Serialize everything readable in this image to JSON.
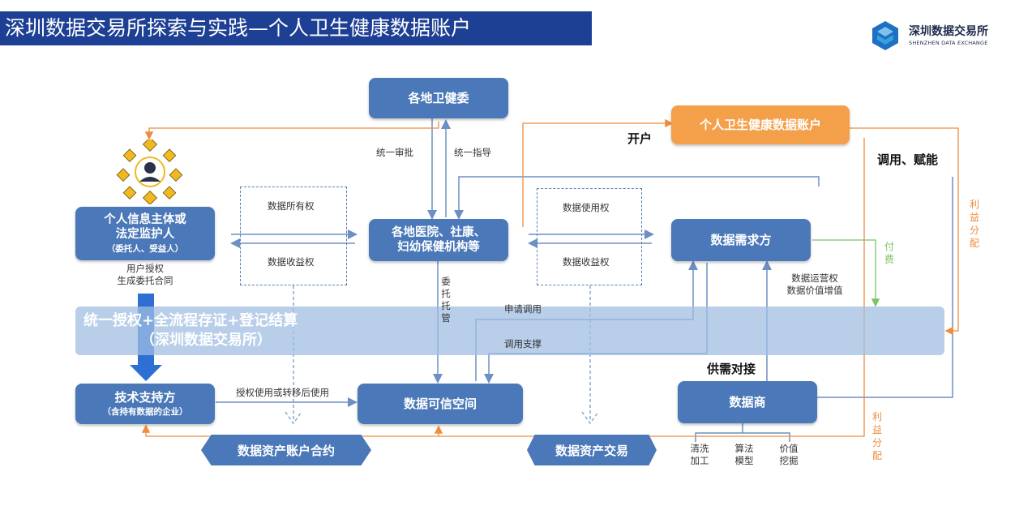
{
  "title": "深圳数据交易所探索与实践—个人卫生健康数据账户",
  "logo": {
    "name": "深圳数据交易所",
    "subtitle": "SHENZHEN DATA EXCHANGE"
  },
  "nodes": {
    "health_commission": "各地卫健委",
    "health_account": "个人卫生健康数据账户",
    "hospitals": [
      "各地医院、社康、",
      "妇幼保健机构等"
    ],
    "subject": [
      "个人信息主体或",
      "法定监护人"
    ],
    "subject_sub": "（委托人、受益人）",
    "demander": "数据需求方",
    "tech_support": "技术支持方",
    "tech_support_sub": "（含持有数据的企业）",
    "trusted_space": "数据可信空间",
    "data_broker": "数据商"
  },
  "band": {
    "line1": "统一授权+全流程存证+登记结算",
    "line2": "（深圳数据交易所）"
  },
  "hexagons": {
    "account_contract": "数据资产账户合约",
    "asset_trade": "数据资产交易"
  },
  "labels": {
    "unified_review": "统一审批",
    "unified_guide": "统一指导",
    "open_account": "开户",
    "invoke_empower": "调用、赋能",
    "ownership": "数据所有权",
    "income_left": "数据收益权",
    "usage": "数据使用权",
    "income_right": "数据收益权",
    "user_auth": [
      "用户授权",
      "生成委托合同"
    ],
    "entrust": "委托托管",
    "apply_invoke": "申请调用",
    "invoke_support": "调用支撑",
    "auth_use": "授权使用或转移后使用",
    "ops_rights": [
      "数据运营权",
      "数据价值增值"
    ],
    "supply_demand": "供需对接",
    "profit_right": "利益分配",
    "pay": "付费",
    "profit_bottom": "利益分配",
    "services": [
      [
        "清洗",
        "加工"
      ],
      [
        "算法",
        "模型"
      ],
      [
        "价值",
        "挖掘"
      ]
    ]
  },
  "colors": {
    "title_bg": "#1d3f94",
    "box": "#4a78b8",
    "orange": "#f4a04a",
    "band": "#a0bde2",
    "green": "#7cc363",
    "line_blue": "#6d8fc4",
    "line_orange": "#ef8c3e"
  }
}
